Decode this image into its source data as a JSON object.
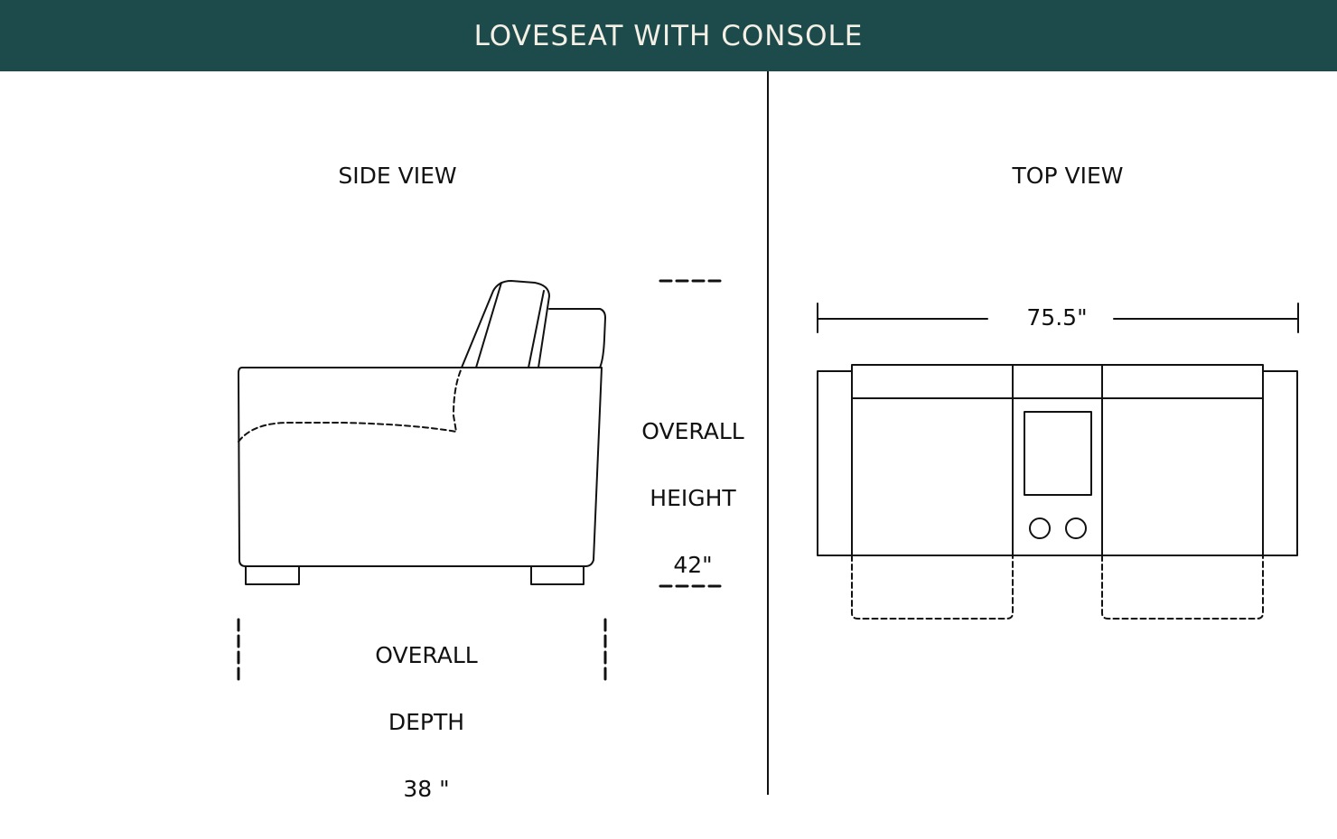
{
  "header": {
    "title": "LOVESEAT WITH CONSOLE",
    "background": "#1d4a4b",
    "text_color": "#f4f0e6"
  },
  "side_view": {
    "title": "SIDE VIEW",
    "height_label": {
      "line1": "OVERALL",
      "line2": "HEIGHT",
      "value": "42\""
    },
    "depth_label": {
      "line1": "OVERALL",
      "line2": "DEPTH",
      "value": "38 \""
    }
  },
  "top_view": {
    "title": "TOP VIEW",
    "width_label": "75.5\""
  }
}
